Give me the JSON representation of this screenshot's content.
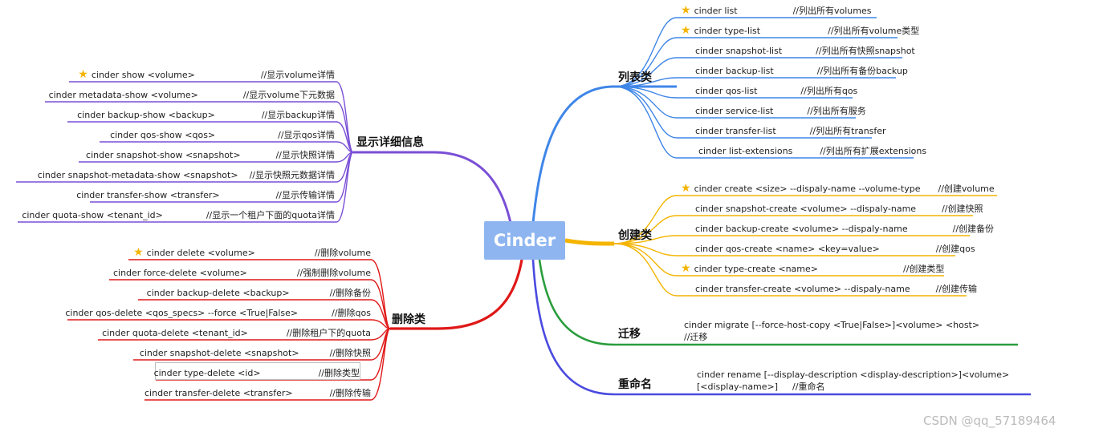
{
  "root": {
    "label": "Cinder"
  },
  "colors": {
    "list": "#3f86e8",
    "create": "#f4b400",
    "migrate": "#2a9d3c",
    "rename": "#4a4ae0",
    "show": "#7a4fd6",
    "delete": "#e01818",
    "star": "#f4b400"
  },
  "branches": {
    "list": {
      "title": "列表类",
      "items": [
        {
          "cmd": "cinder list",
          "comment": "//列出所有volumes",
          "star": true
        },
        {
          "cmd": "cinder type-list",
          "comment": "//列出所有volume类型",
          "star": true
        },
        {
          "cmd": "cinder snapshot-list",
          "comment": "//列出所有快照snapshot",
          "star": false
        },
        {
          "cmd": "cinder backup-list",
          "comment": "//列出所有备份backup",
          "star": false
        },
        {
          "cmd": "cinder qos-list",
          "comment": "//列出所有qos",
          "star": false
        },
        {
          "cmd": "cinder service-list",
          "comment": "//列出所有服务",
          "star": false
        },
        {
          "cmd": "cinder transfer-list",
          "comment": "//列出所有transfer",
          "star": false
        },
        {
          "cmd": "cinder list-extensions",
          "comment": "//列出所有扩展extensions",
          "star": false
        }
      ]
    },
    "create": {
      "title": "创建类",
      "items": [
        {
          "cmd": "cinder create <size> --dispaly-name --volume-type",
          "comment": "//创建volume",
          "star": true
        },
        {
          "cmd": "cinder snapshot-create <volume> --dispaly-name",
          "comment": "//创建快照",
          "star": false
        },
        {
          "cmd": "cinder backup-create <volume> --dispaly-name",
          "comment": "//创建备份",
          "star": false
        },
        {
          "cmd": "cinder qos-create <name> <key=value>",
          "comment": "//创建qos",
          "star": false
        },
        {
          "cmd": "cinder type-create <name>",
          "comment": "//创建类型",
          "star": true
        },
        {
          "cmd": "cinder transfer-create <volume> --dispaly-name",
          "comment": "//创建传输",
          "star": false
        }
      ]
    },
    "migrate": {
      "title": "迁移",
      "line1": "cinder migrate [--force-host-copy <True|False>]<volume> <host>",
      "line2": "//迁移"
    },
    "rename": {
      "title": "重命名",
      "line1": "cinder rename [--display-description <display-description>]<volume>",
      "line2": "[<display-name>]",
      "comment": "//重命名"
    },
    "show": {
      "title": "显示详细信息",
      "items": [
        {
          "cmd": "cinder show <volume>",
          "comment": "//显示volume详情",
          "star": true
        },
        {
          "cmd": "cinder metadata-show <volume>",
          "comment": "//显示volume下元数据",
          "star": false
        },
        {
          "cmd": "cinder backup-show <backup>",
          "comment": "//显示backup详情",
          "star": false
        },
        {
          "cmd": "cinder qos-show <qos>",
          "comment": "//显示qos详情",
          "star": false
        },
        {
          "cmd": "cinder snapshot-show <snapshot>",
          "comment": "//显示快照详情",
          "star": false
        },
        {
          "cmd": "cinder snapshot-metadata-show <snapshot>",
          "comment": "//显示快照元数据详情",
          "star": false
        },
        {
          "cmd": "cinder transfer-show <transfer>",
          "comment": "//显示传输详情",
          "star": false
        },
        {
          "cmd": "cinder quota-show <tenant_id>",
          "comment": "//显示一个租户下面的quota详情",
          "star": false
        }
      ]
    },
    "delete": {
      "title": "删除类",
      "items": [
        {
          "cmd": "cinder delete <volume>",
          "comment": "//删除volume",
          "star": true
        },
        {
          "cmd": "cinder force-delete <volume>",
          "comment": "//强制删除volume",
          "star": false
        },
        {
          "cmd": "cinder backup-delete <backup>",
          "comment": "//删除备份",
          "star": false
        },
        {
          "cmd": "cinder qos-delete <qos_specs> --force <True|False>",
          "comment": "//删除qos",
          "star": false
        },
        {
          "cmd": "cinder quota-delete <tenant_id>",
          "comment": "//删除租户下的quota",
          "star": false
        },
        {
          "cmd": "cinder snapshot-delete <snapshot>",
          "comment": "//删除快照",
          "star": false
        },
        {
          "cmd": "cinder type-delete <id>",
          "comment": "//删除类型",
          "star": false
        },
        {
          "cmd": "cinder transfer-delete <transfer>",
          "comment": "//删除传输",
          "star": false
        }
      ]
    }
  },
  "watermark": "CSDN @qq_57189464"
}
